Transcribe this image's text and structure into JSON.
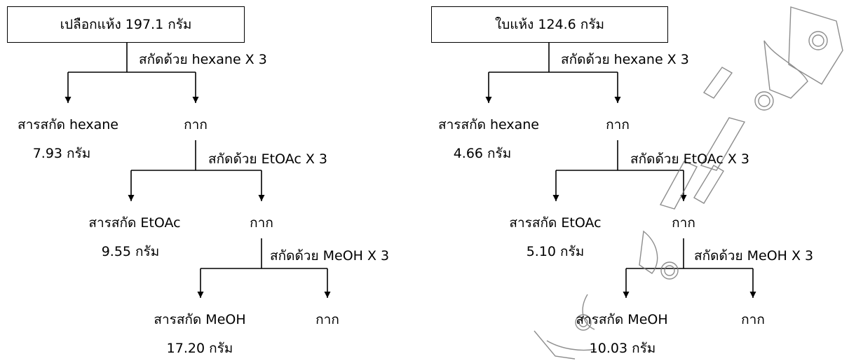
{
  "left": {
    "start": "เปลือกแห้ง 197.1 กรัม",
    "step1": "สกัดด้วย hexane X 3",
    "hexane_extract": "สารสกัด hexane",
    "hexane_mass": "7.93 กรัม",
    "residue1": "กาก",
    "step2": "สกัดด้วย EtOAc X 3",
    "etoac_extract": "สารสกัด EtOAc",
    "etoac_mass": "9.55 กรัม",
    "residue2": "กาก",
    "step3": "สกัดด้วย MeOH X 3",
    "meoh_extract": "สารสกัด MeOH",
    "meoh_mass": "17.20 กรัม",
    "residue3": "กาก"
  },
  "right": {
    "start": "ใบแห้ง 124.6 กรัม",
    "step1": "สกัดด้วย hexane X 3",
    "hexane_extract": "สารสกัด hexane",
    "hexane_mass": "4.66 กรัม",
    "residue1": "กาก",
    "step2": "สกัดด้วย EtOAc X 3",
    "etoac_extract": "สารสกัด EtOAc",
    "etoac_mass": "5.10 กรัม",
    "residue2": "กาก",
    "step3": "สกัดด้วย MeOH X 3",
    "meoh_extract": "สารสกัด MeOH",
    "meoh_mass": "10.03 กรัม",
    "residue3": "กาก"
  },
  "colors": {
    "line": "#000000",
    "watermark": "#7a7a7a"
  }
}
